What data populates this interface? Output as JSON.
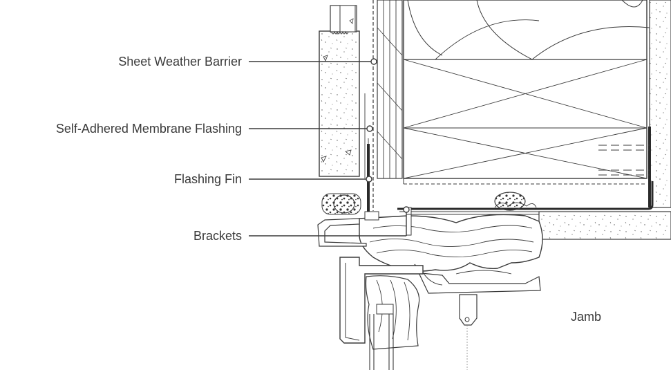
{
  "callouts": [
    {
      "id": "sheet-weather-barrier",
      "label": "Sheet Weather Barrier"
    },
    {
      "id": "self-adhered-membrane-flashing",
      "label": "Self-Adhered Membrane Flashing"
    },
    {
      "id": "flashing-fin",
      "label": "Flashing Fin"
    },
    {
      "id": "brackets",
      "label": "Brackets"
    }
  ],
  "section_label": "Jamb",
  "colors": {
    "line": "#3a3a3a",
    "text": "#3a3a3a",
    "background": "#ffffff"
  }
}
